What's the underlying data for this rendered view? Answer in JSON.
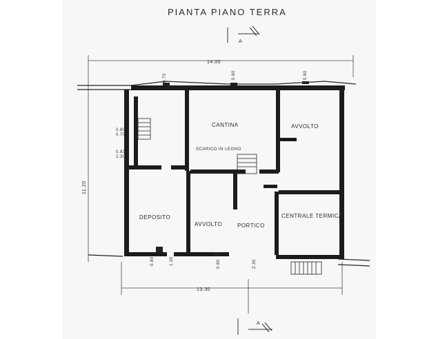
{
  "title": "PIANTA PIANO TERRA",
  "section_marker": "A",
  "rooms": {
    "cantina": "CANTINA",
    "avvolto_right": "AVVOLTO",
    "deposito": "DEPOSITO",
    "avvolto_center": "AVVOLTO",
    "portico": "PORTICO",
    "centrale_termica": "CENTRALE TERMICA",
    "stairs_note": "SCARICO IN LEGNO"
  },
  "dimensions": {
    "top_width": "14.00",
    "bottom_width": "13.30",
    "left_height": "11.20"
  },
  "openings": {
    "top_left": "0.70",
    "top_mid": "0.80",
    "top_right": "0.80",
    "left_upper_a": "0.80",
    "left_upper_b": "0.70",
    "left_lower_a": "0.83",
    "left_lower_b": "2.30",
    "bottom_a": "0.80",
    "bottom_b": "1.30",
    "bottom_c": "0.80",
    "bottom_d": "2.30"
  }
}
